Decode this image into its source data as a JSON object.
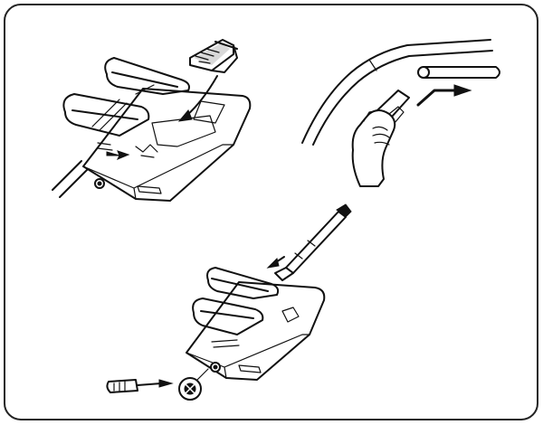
{
  "figure": {
    "frame_color": "#222222",
    "background": "#ffffff",
    "panels": [
      {
        "key": "panel-1",
        "depicts": "frame-pack-with-filter-arrow-icon"
      },
      {
        "key": "panel-2",
        "depicts": "hand-wiping-window-with-tube-and-direction-arrow"
      },
      {
        "key": "panel-3",
        "depicts": "frame-pack-with-rod-and-screwdriver-icon"
      }
    ]
  }
}
